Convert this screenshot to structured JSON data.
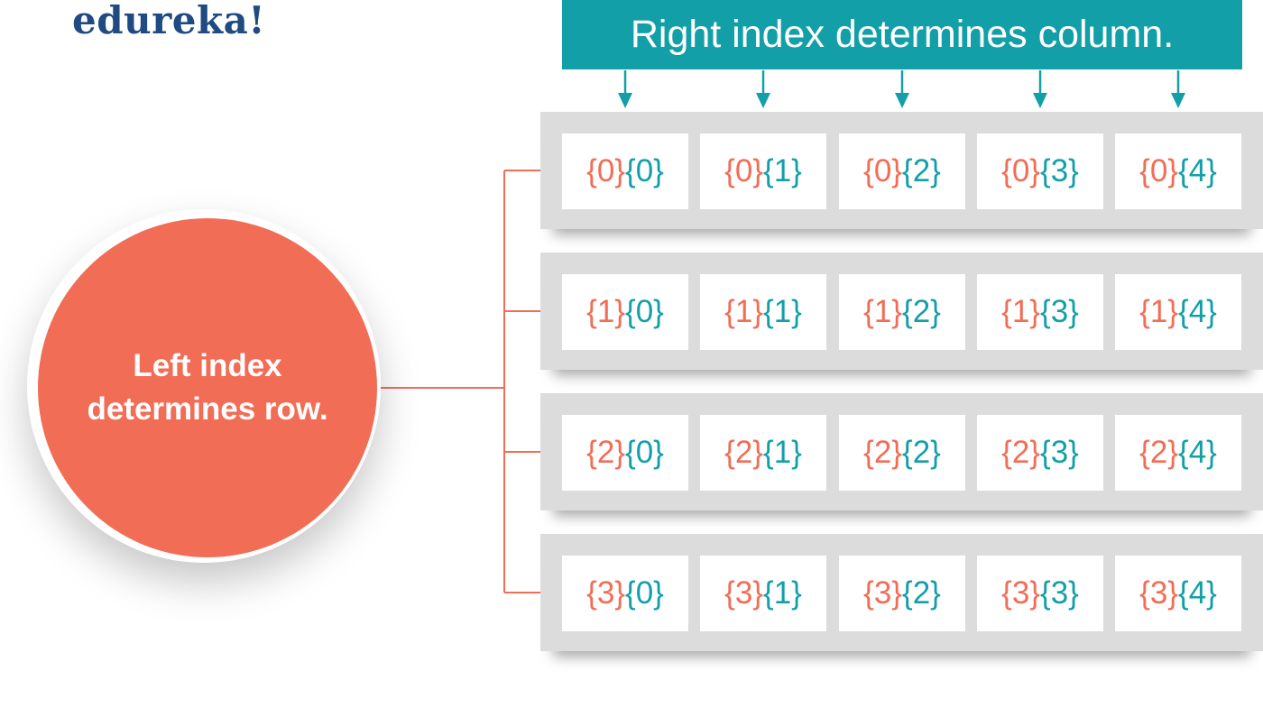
{
  "logo": "edureka!",
  "column_label": "Right index determines column.",
  "row_label": {
    "line1": "Left index",
    "line2": "determines row."
  },
  "grid": {
    "rows": [
      "0",
      "1",
      "2",
      "3"
    ],
    "columns": [
      "0",
      "1",
      "2",
      "3",
      "4"
    ]
  },
  "colors": {
    "row_index": "#f26d56",
    "column_index": "#139fa8",
    "logo": "#1f4a82",
    "row_band": "#dcdcdc"
  }
}
